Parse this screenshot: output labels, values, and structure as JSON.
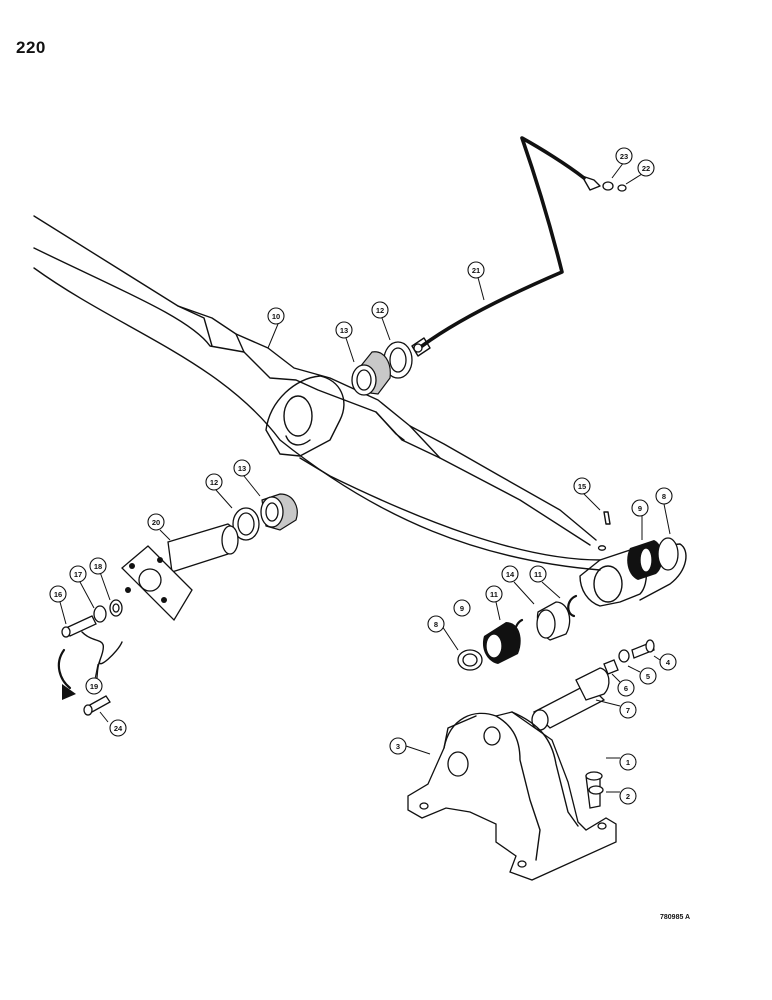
{
  "page_number": "220",
  "figure_code": "780985 A",
  "callouts": [
    {
      "id": "c1",
      "label": "1"
    },
    {
      "id": "c2",
      "label": "2"
    },
    {
      "id": "c3",
      "label": "3"
    },
    {
      "id": "c4",
      "label": "4"
    },
    {
      "id": "c5",
      "label": "5"
    },
    {
      "id": "c6",
      "label": "6"
    },
    {
      "id": "c7",
      "label": "7"
    },
    {
      "id": "c8a",
      "label": "8"
    },
    {
      "id": "c8b",
      "label": "8"
    },
    {
      "id": "c9a",
      "label": "9"
    },
    {
      "id": "c9b",
      "label": "9"
    },
    {
      "id": "c10",
      "label": "10"
    },
    {
      "id": "c11a",
      "label": "11"
    },
    {
      "id": "c11b",
      "label": "11"
    },
    {
      "id": "c12a",
      "label": "12"
    },
    {
      "id": "c12b",
      "label": "12"
    },
    {
      "id": "c13a",
      "label": "13"
    },
    {
      "id": "c13b",
      "label": "13"
    },
    {
      "id": "c14",
      "label": "14"
    },
    {
      "id": "c15",
      "label": "15"
    },
    {
      "id": "c16",
      "label": "16"
    },
    {
      "id": "c17",
      "label": "17"
    },
    {
      "id": "c18",
      "label": "18"
    },
    {
      "id": "c19",
      "label": "19"
    },
    {
      "id": "c20",
      "label": "20"
    },
    {
      "id": "c21",
      "label": "21"
    },
    {
      "id": "c22",
      "label": "22"
    },
    {
      "id": "c23",
      "label": "23"
    },
    {
      "id": "c24",
      "label": "24"
    }
  ]
}
